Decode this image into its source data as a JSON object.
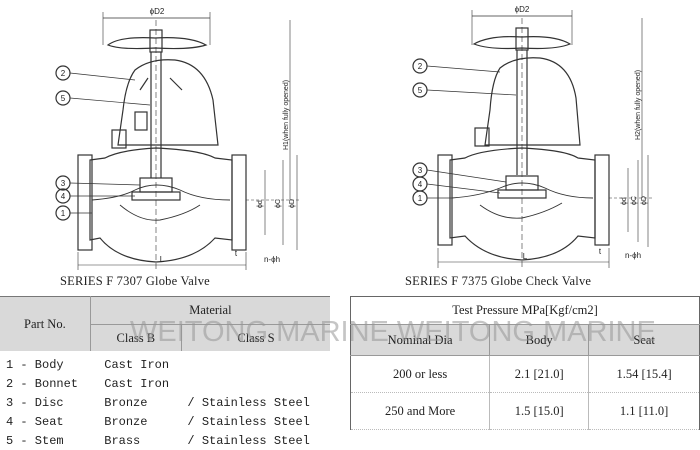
{
  "drawings": {
    "left": {
      "caption": "SERIES F 7307 Globe Valve",
      "dim_top": "ϕD2",
      "dim_h": "H1(when fully opened)",
      "dim_d": "ϕd",
      "dim_c": "ϕC",
      "dim_D": "ϕD",
      "dim_t": "t",
      "dim_L": "L",
      "dim_bolt": "n-ϕh",
      "balloons": [
        "2",
        "5",
        "3",
        "4",
        "1"
      ]
    },
    "right": {
      "caption": "SERIES F 7375 Globe Check Valve",
      "dim_top": "ϕD2",
      "dim_h": "H2(when fully opened)",
      "dim_d": "ϕd",
      "dim_c": "ϕC",
      "dim_D": "ϕD",
      "dim_t": "t",
      "dim_L": "L",
      "dim_bolt": "n-ϕh",
      "balloons": [
        "2",
        "5",
        "3",
        "4",
        "1"
      ]
    }
  },
  "parts_table": {
    "header_part": "Part No.",
    "header_material": "Material",
    "header_class_b": "Class B",
    "header_class_s": "Class S",
    "rows": [
      {
        "part": "1 - Body",
        "class_b": "Cast Iron",
        "class_s": ""
      },
      {
        "part": "2 - Bonnet",
        "class_b": "Cast Iron",
        "class_s": ""
      },
      {
        "part": "3 - Disc",
        "class_b": "Bronze",
        "class_s": "/ Stainless Steel"
      },
      {
        "part": "4 - Seat",
        "class_b": "Bronze",
        "class_s": "/ Stainless Steel"
      },
      {
        "part": "5 - Stem",
        "class_b": "Brass",
        "class_s": "/ Stainless Steel"
      }
    ]
  },
  "pressure_table": {
    "title": "Test Pressure MPa[Kgf/cm2]",
    "header_dia": "Nominal Dia",
    "header_body": "Body",
    "header_seat": "Seat",
    "rows": [
      {
        "dia": "200 or less",
        "body": "2.1 [21.0]",
        "seat": "1.54 [15.4]"
      },
      {
        "dia": "250 and More",
        "body": "1.5 [15.0]",
        "seat": "1.1 [11.0]"
      }
    ]
  },
  "watermark": "WEITONG MARINE  WEITONG MARINE"
}
